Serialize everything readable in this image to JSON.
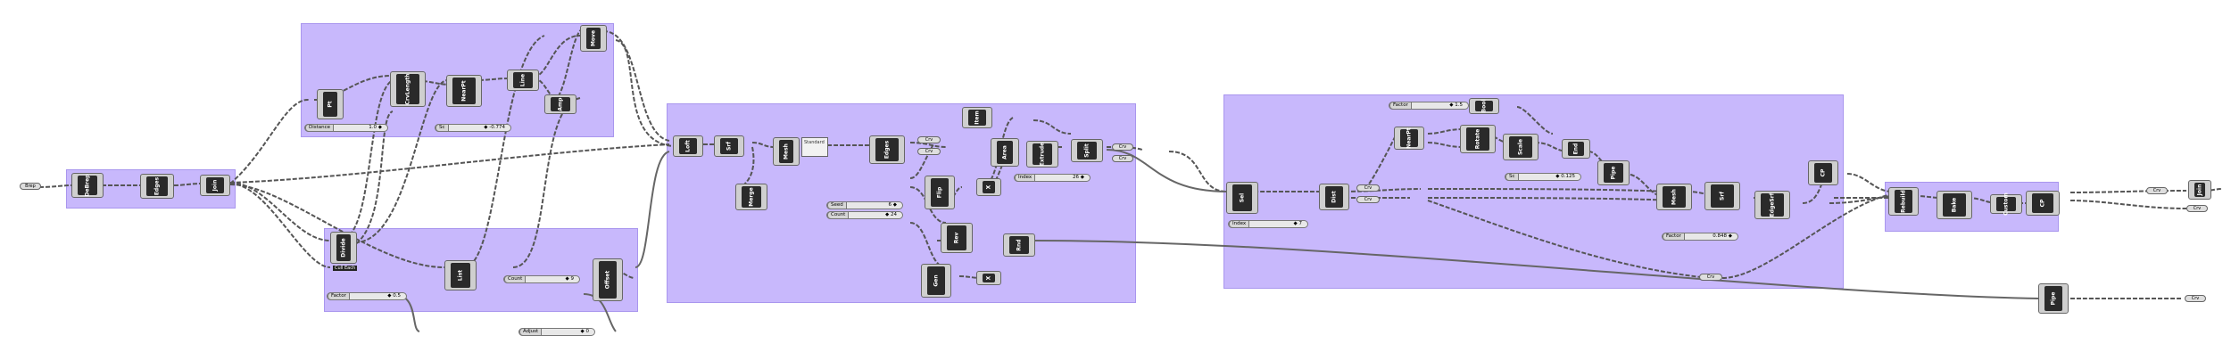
{
  "groups": [
    {
      "id": "g1"
    },
    {
      "id": "g2"
    },
    {
      "id": "g3"
    },
    {
      "id": "g4"
    },
    {
      "id": "g5"
    },
    {
      "id": "g6"
    },
    {
      "id": "g7"
    }
  ],
  "components": {
    "brep": "Brep",
    "deface": "DeBrep",
    "edges": "Edges",
    "join": "Join",
    "pt": "Pt",
    "crvlength": "CrvLength",
    "nearpt": "NearPt",
    "line": "Line",
    "amp": "Amp",
    "move": "Move",
    "divide": "Divide",
    "list": "List",
    "offset": "Offset",
    "loft": "Loft",
    "srf": "Srf",
    "merge": "Merge",
    "panel": "Standard",
    "edges2": "Edges",
    "item": "Item",
    "flip": "Flip",
    "mesh": "Mesh",
    "area": "Area",
    "x1": "X",
    "x2": "X",
    "rev": "Rev",
    "rnd": "Rnd",
    "gen": "Gen",
    "extrude": "Extrude",
    "split": "Split",
    "sel": "Sel",
    "dist": "Dist",
    "nearpt2": "NearPt",
    "rotate": "Rotate",
    "scale": "Scale",
    "bool": "Bool",
    "end": "End",
    "pipe": "Pipe",
    "mesh2": "Mesh",
    "srf2": "Srf",
    "edgesrf": "EdgeSrf",
    "cp": "CP",
    "rebuild": "Rebuild",
    "bake": "Bake",
    "custom": "Custom",
    "cp2": "CP"
  },
  "tags": {
    "cull_each": "Cull Each"
  },
  "sliders": {
    "distance": {
      "label": "Distance",
      "value": "1.0 ◆"
    },
    "s_0774": {
      "label": "Sc",
      "value": "◆ -0.774"
    },
    "factor_05": {
      "label": "Factor",
      "value": "◆ 0.5"
    },
    "count_9": {
      "label": "Count",
      "value": "◆ 9"
    },
    "adjust_0": {
      "label": "Adjust",
      "value": "◆ 0"
    },
    "seed_6": {
      "label": "Seed",
      "value": "6 ◆"
    },
    "count_24": {
      "label": "Count",
      "value": "◆ 24"
    },
    "index_26": {
      "label": "Index",
      "value": "26 ◆"
    },
    "factor_15": {
      "label": "Factor",
      "value": "◆ 1.5"
    },
    "index_7": {
      "label": "Index",
      "value": "◆ 7"
    },
    "sc_0125": {
      "label": "Sc",
      "value": "◆ 0.125"
    },
    "factor_0848": {
      "label": "Factor",
      "value": "0.848 ◆"
    }
  },
  "params": {
    "brep_in": "Brep",
    "crv": "Crv",
    "crv_out1": "Crv",
    "crv_out2": "Crv"
  }
}
